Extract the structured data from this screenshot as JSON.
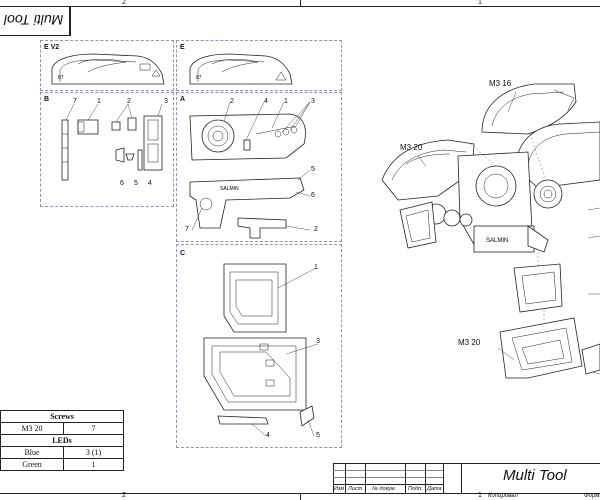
{
  "title_block": {
    "title": "Multi Tool",
    "columns": [
      "Изм",
      "Лист",
      "№ докум",
      "Подп.",
      "Дата"
    ],
    "copied": "Копировал",
    "format": "Формат"
  },
  "top_title_inverted": "Multi Tool",
  "zone_numbers": {
    "top_left": "2",
    "top_right": "1",
    "bottom_left": "2",
    "bottom_right": "1"
  },
  "views": {
    "ev2": {
      "label": "E V2"
    },
    "e": {
      "label": "E"
    },
    "b": {
      "label": "B",
      "callouts": [
        "7",
        "1",
        "2",
        "3",
        "6",
        "5",
        "4"
      ]
    },
    "a": {
      "label": "A",
      "callouts": [
        "2",
        "4",
        "1",
        "3",
        "5",
        "6",
        "7",
        "2"
      ]
    },
    "c": {
      "label": "C",
      "callouts": [
        "1",
        "3",
        "4",
        "5"
      ]
    }
  },
  "main_callouts": [
    "M3 16",
    "M3 20",
    "M3 20"
  ],
  "bom": {
    "screws_header": "Screws",
    "screws": [
      {
        "item": "M3 20",
        "qty": "7"
      }
    ],
    "leds_header": "LEDs",
    "leds": [
      {
        "item": "Blue",
        "qty": "3 (1)"
      },
      {
        "item": "Green",
        "qty": "1"
      }
    ]
  }
}
